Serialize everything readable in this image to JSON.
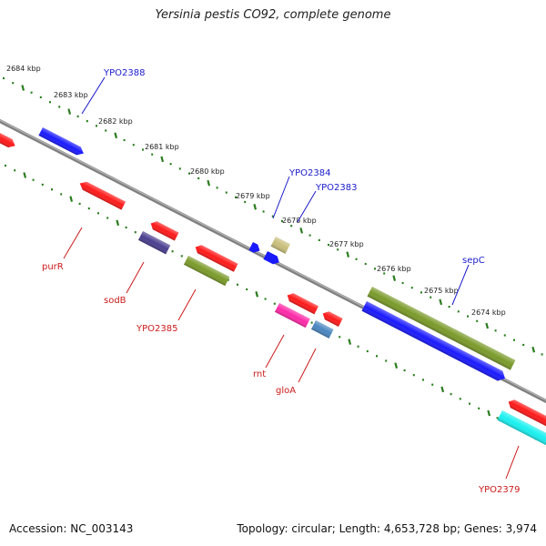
{
  "title": "Yersinia pestis CO92, complete genome",
  "footer": {
    "accession": "Accession: NC_003143",
    "summary": "Topology: circular; Length: 4,653,728 bp; Genes: 3,974"
  },
  "kbp_labels": [
    "2684 kbp",
    "2683 kbp",
    "2682 kbp",
    "2681 kbp",
    "2680 kbp",
    "2679 kbp",
    "2678 kbp",
    "2677 kbp",
    "2676 kbp",
    "2675 kbp",
    "2674 kbp"
  ],
  "gene_labels": {
    "YPO2388": "YPO2388",
    "YPO2384": "YPO2384",
    "YPO2383": "YPO2383",
    "sepC": "sepC",
    "purR": "purR",
    "sodB": "sodB",
    "YPO2385": "YPO2385",
    "rnt": "rnt",
    "gloA": "gloA",
    "YPO2379": "YPO2379"
  },
  "colors": {
    "backbone": "#808080",
    "tick": "#2a7d1e",
    "forward_label": "#1a1acc",
    "reverse_label": "#cc1a1a",
    "red": "#ff1a1a",
    "blue": "#1a1aff",
    "olive": "#7a9a2a",
    "navy": "#4a3f8f",
    "khaki": "#c8be7a",
    "magenta": "#ff2aa8",
    "steelblue": "#4a86c0",
    "cyan": "#1af0f0"
  }
}
